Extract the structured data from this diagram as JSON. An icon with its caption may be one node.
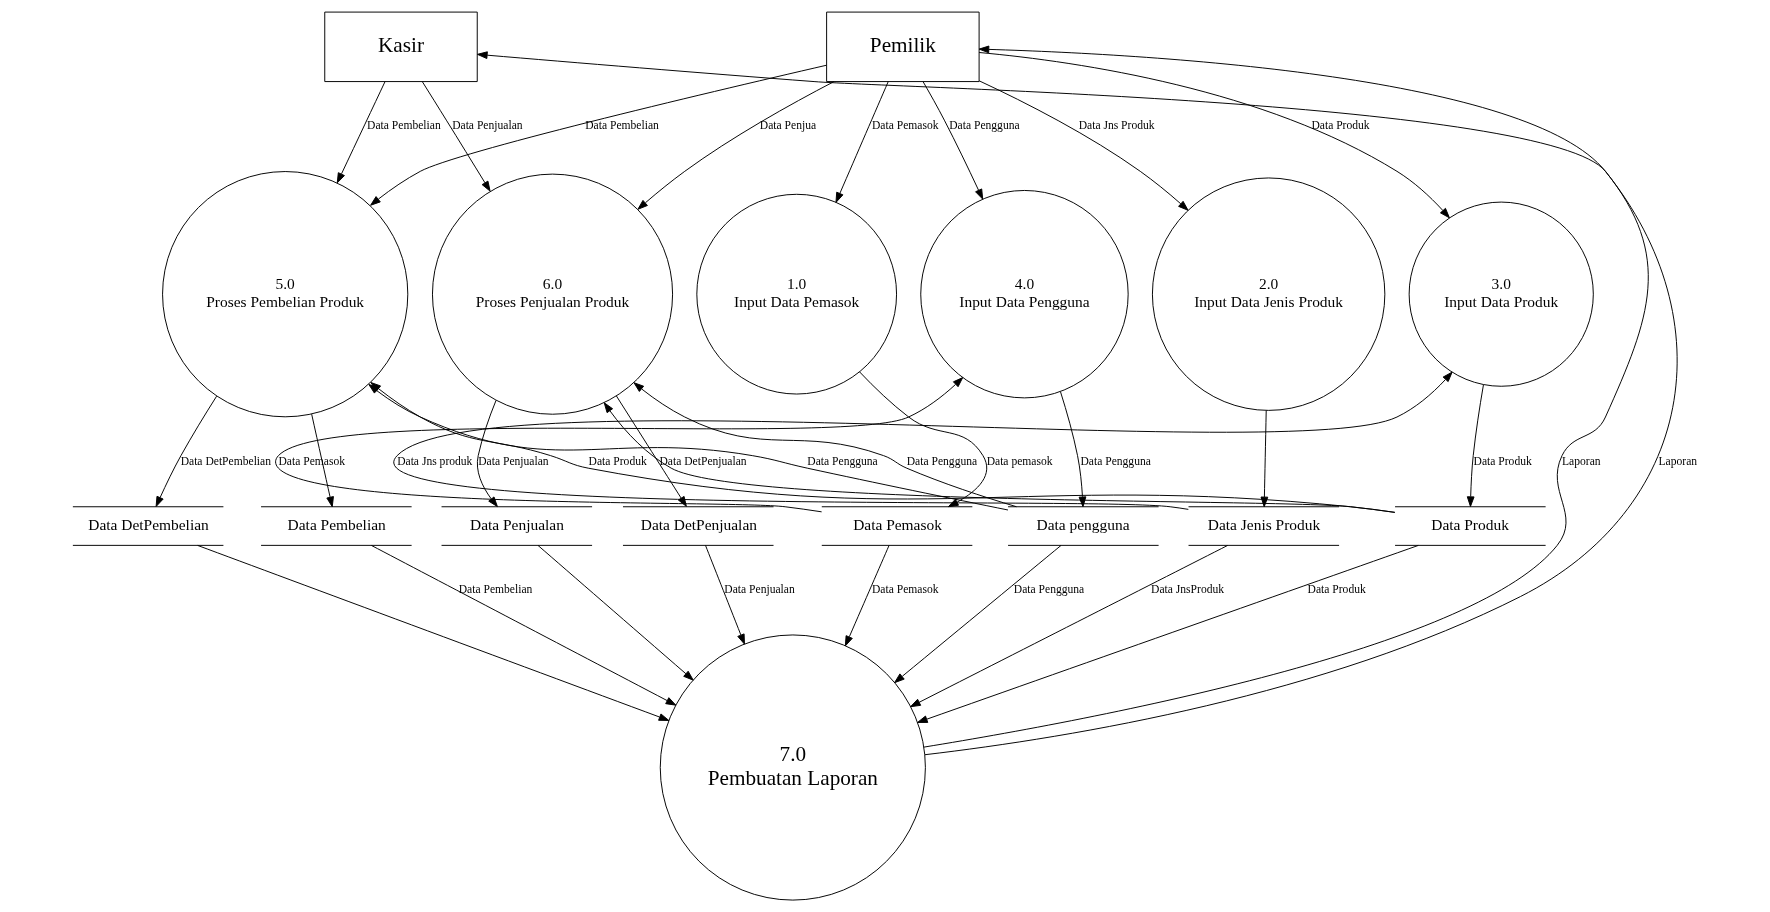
{
  "diagram": {
    "nodes": [
      {
        "text": [
          "Pemilik"
        ]
      },
      {
        "text": [
          "Kasir"
        ]
      },
      {
        "text": [
          "1.0",
          "Input Data Pemasok"
        ]
      },
      {
        "text": [
          "2.0",
          "Input Data Jenis Produk"
        ]
      },
      {
        "text": [
          "3.0",
          "Input Data Produk"
        ]
      },
      {
        "text": [
          "4.0",
          "Input Data Pengguna"
        ]
      },
      {
        "text": [
          "5.0",
          "Proses Pembelian Produk"
        ]
      },
      {
        "text": [
          "6.0",
          "Proses Penjualan Produk"
        ]
      },
      {
        "text": [
          "Data Pemasok"
        ]
      },
      {
        "text": [
          "Data Jenis Produk"
        ]
      },
      {
        "text": [
          "Data Produk"
        ]
      },
      {
        "text": [
          "Data pengguna"
        ]
      },
      {
        "text": [
          "Data Pembelian"
        ]
      },
      {
        "text": [
          "Data DetPembelian"
        ]
      },
      {
        "text": [
          "Data Penjualan"
        ]
      },
      {
        "text": [
          "Data DetPenjualan"
        ]
      },
      {
        "text": [
          "7.0",
          "Pembuatan Laporan"
        ]
      }
    ],
    "edges": [
      {
        "from": 0,
        "to": 2,
        "arrow": "to",
        "label": "Data Pemasok"
      },
      {
        "from": 0,
        "to": 3,
        "arrow": "to",
        "label": "Data Jns Produk"
      },
      {
        "from": 0,
        "to": 4,
        "arrow": "to",
        "label": "Data Produk"
      },
      {
        "from": 0,
        "to": 5,
        "arrow": "to",
        "label": "Data Pengguna"
      },
      {
        "from": 0,
        "to": 6,
        "arrow": "to",
        "label": "Data Pembelian"
      },
      {
        "from": 0,
        "to": 7,
        "arrow": "to",
        "label": "Data Penjua"
      },
      {
        "from": 1,
        "to": 6,
        "arrow": "to",
        "label": "Data Pembelian"
      },
      {
        "from": 1,
        "to": 7,
        "arrow": "to",
        "label": "Data Penjualan"
      },
      {
        "from": 2,
        "to": 8,
        "arrow": "to",
        "label": "Data pemasok"
      },
      {
        "from": 3,
        "to": 9,
        "arrow": "to"
      },
      {
        "from": 9,
        "to": 4,
        "arrow": "to",
        "label": "Data Jns produk"
      },
      {
        "from": 4,
        "to": 10,
        "arrow": "to",
        "label": "Data Produk"
      },
      {
        "from": 8,
        "to": 5,
        "arrow": "to",
        "label": "Data Pemasok"
      },
      {
        "from": 5,
        "to": 11,
        "arrow": "to",
        "label": "Data Pengguna"
      },
      {
        "from": 10,
        "to": 6,
        "arrow": "to",
        "label": "Data Produk"
      },
      {
        "from": 11,
        "to": 6,
        "arrow": "to",
        "label": "Data Pengguna"
      },
      {
        "from": 6,
        "to": 12,
        "arrow": "to"
      },
      {
        "from": 6,
        "to": 13,
        "arrow": "to",
        "label": "Data DetPembelian"
      },
      {
        "from": 10,
        "to": 7,
        "arrow": "to"
      },
      {
        "from": 11,
        "to": 7,
        "arrow": "to",
        "label": "Data Pengguna"
      },
      {
        "from": 7,
        "to": 14,
        "arrow": "to",
        "label": "Data Penjualan"
      },
      {
        "from": 7,
        "to": 15,
        "arrow": "to",
        "label": "Data DetPenjualan"
      },
      {
        "from": 8,
        "to": 16,
        "arrow": "to",
        "label": "Data Pemasok"
      },
      {
        "from": 9,
        "to": 16,
        "arrow": "to",
        "label": "Data JnsProduk"
      },
      {
        "from": 10,
        "to": 16,
        "arrow": "to",
        "label": "Data Produk"
      },
      {
        "from": 11,
        "to": 16,
        "arrow": "to",
        "label": "Data Pengguna"
      },
      {
        "from": 12,
        "to": 16,
        "arrow": "to",
        "label": "Data Pembelian"
      },
      {
        "from": 13,
        "to": 16,
        "arrow": "to"
      },
      {
        "from": 14,
        "to": 16,
        "arrow": "to"
      },
      {
        "from": 15,
        "to": 16,
        "arrow": "to",
        "label": "Data Penjualan"
      },
      {
        "from": 16,
        "to": 0,
        "arrow": "to",
        "label": "Laporan"
      },
      {
        "from": 16,
        "to": 1,
        "arrow": "to",
        "label": "Laporan"
      }
    ]
  }
}
